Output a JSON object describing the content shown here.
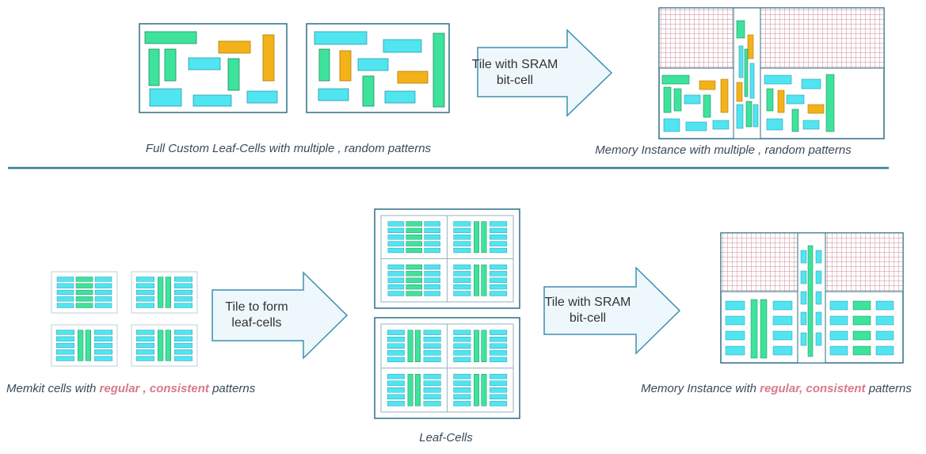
{
  "colors": {
    "green": "#3ee39b",
    "cyan": "#50e5f0",
    "orange": "#f4b21a",
    "frame": "#2e6f86",
    "grid_line": "#cc8a94",
    "arrow_fill": "#eef7fb",
    "arrow_stroke": "#3b90b0",
    "divider": "#2e7e96",
    "highlight": "#d67a8a",
    "caption": "#3a4a5a"
  },
  "top": {
    "arrow_label": [
      "Tile with SRAM",
      "bit-cell"
    ],
    "left_caption": "Full Custom Leaf-Cells with multiple , random patterns",
    "right_caption": "Memory Instance with multiple , random patterns"
  },
  "bottom": {
    "arrow1_label": [
      "Tile to form",
      "leaf-cells"
    ],
    "arrow2_label": [
      "Tile with SRAM",
      "bit-cell"
    ],
    "memkit_caption": {
      "pre": "Memkit cells with ",
      "hl": "regular , consistent",
      "post": " patterns"
    },
    "leaf_caption": "Leaf-Cells",
    "mem_caption": {
      "pre": "Memory Instance with ",
      "hl": "regular, consistent",
      "post": "  patterns"
    }
  }
}
